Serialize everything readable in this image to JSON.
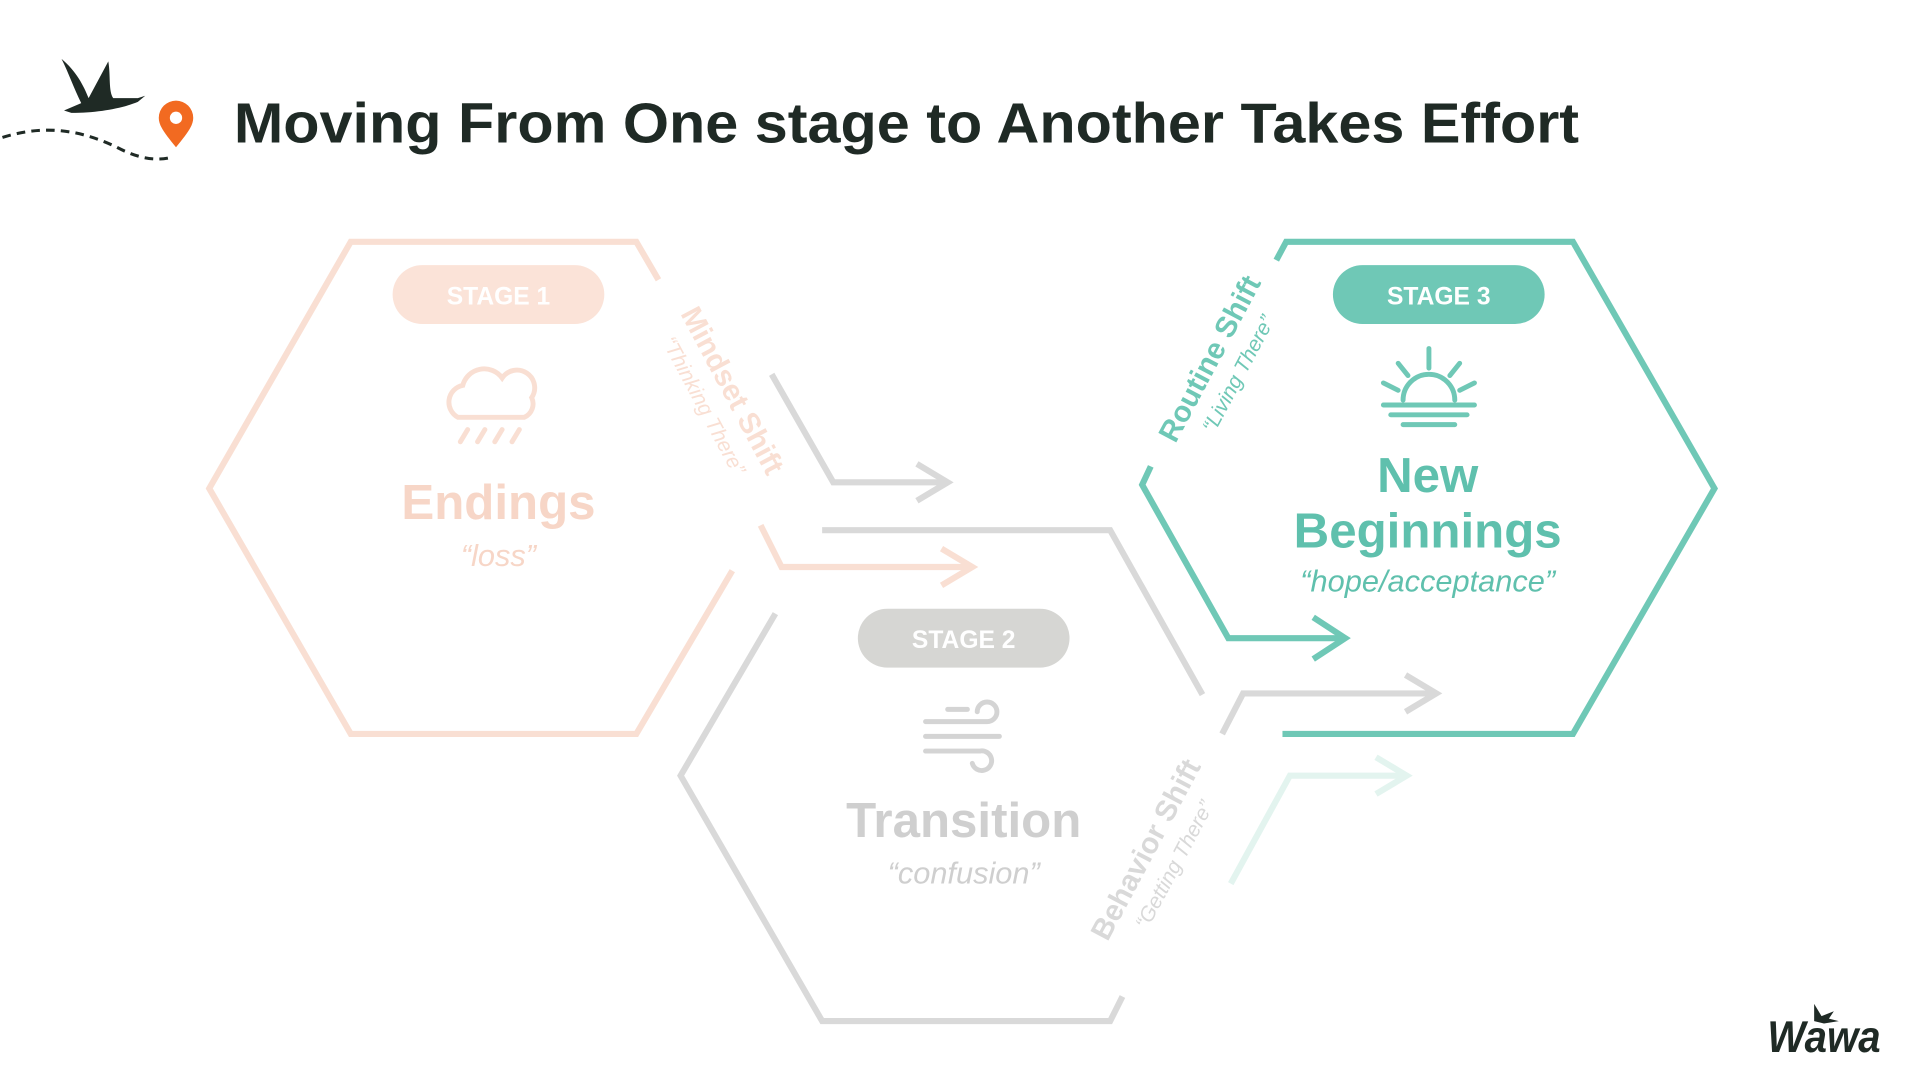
{
  "header": {
    "title": "Moving From One stage to Another Takes Effort"
  },
  "stages": [
    {
      "badge": "STAGE 1",
      "title": "Endings",
      "subtitle": "“loss”",
      "icon": "rain-cloud-icon",
      "color": "#f9dfd3",
      "text_color": "#f7d6c7"
    },
    {
      "badge": "STAGE 2",
      "title": "Transition",
      "subtitle": "“confusion”",
      "icon": "wind-icon",
      "color": "#d9d9d9",
      "text_color": "#cfcfcf"
    },
    {
      "badge": "STAGE 3",
      "title_line1": "New",
      "title_line2": "Beginnings",
      "subtitle": "“hope/acceptance”",
      "icon": "sunrise-icon",
      "color": "#6fc8b6",
      "text_color": "#5fc0ad"
    }
  ],
  "shifts": [
    {
      "label": "Mindset Shift",
      "quote": "“Thinking There”"
    },
    {
      "label": "Behavior Shift",
      "quote": "“Getting There”"
    },
    {
      "label": "Routine Shift",
      "quote": "“Living There”"
    }
  ],
  "logo": {
    "text": "Wawa"
  },
  "colors": {
    "title": "#1f2a25",
    "pin": "#f26a21"
  }
}
